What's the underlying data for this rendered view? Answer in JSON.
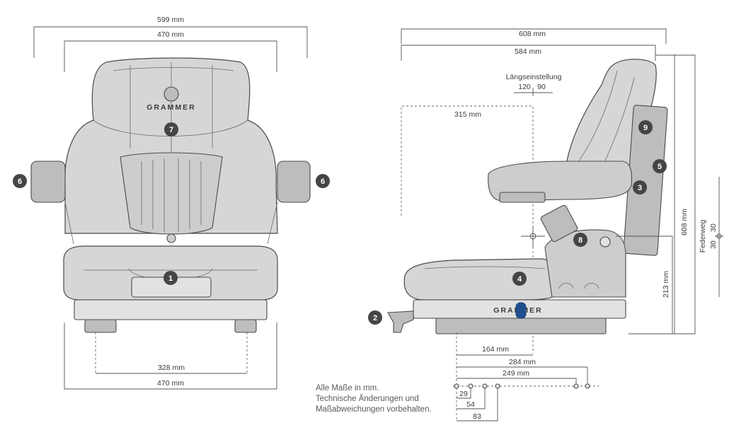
{
  "front_view": {
    "dims": {
      "overall_width": "599 mm",
      "backrest_width": "470 mm",
      "base_mount_width": "328 mm",
      "base_width": "470 mm"
    },
    "brand": "GRAMMER",
    "markers": [
      "1",
      "7",
      "6",
      "6"
    ]
  },
  "side_view": {
    "dims": {
      "overall_depth": "608 mm",
      "backrest_depth": "584 mm",
      "seat_depth": "315 mm",
      "dim_164": "164 mm",
      "dim_284": "284 mm",
      "dim_249": "249 mm",
      "dim_29": "29",
      "dim_54": "54",
      "dim_83": "83",
      "height": "608 mm",
      "base_height": "213 mm"
    },
    "fore_aft": {
      "label": "Längseinstellung",
      "back": "120",
      "forward": "90"
    },
    "suspension": {
      "label": "Federweg",
      "up": "30",
      "down": "30"
    },
    "brand": "GRAMMER",
    "markers": [
      "2",
      "3",
      "4",
      "5",
      "8",
      "9"
    ]
  },
  "note": {
    "line1": "Alle Maße in mm.",
    "line2": "Technische Änderungen und",
    "line3": "Maßabweichungen vorbehalten."
  }
}
